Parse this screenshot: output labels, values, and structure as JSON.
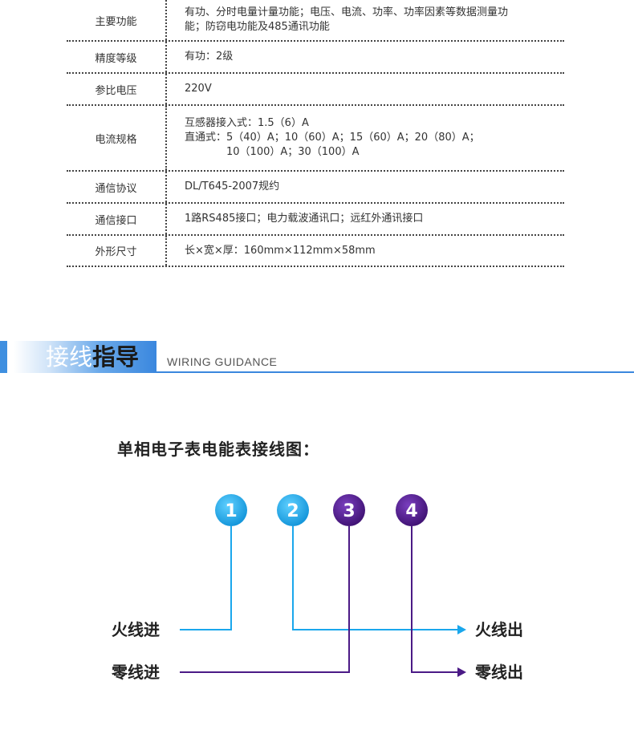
{
  "specs": [
    {
      "key": "主要功能",
      "lines": [
        "有功、分时电量计量功能；电压、电流、功率、功率因素等数据测量功",
        "能；防窃电功能及485通讯功能"
      ]
    },
    {
      "key": "精度等级",
      "lines": [
        "有功：2级"
      ]
    },
    {
      "key": "参比电压",
      "lines": [
        "220V"
      ]
    },
    {
      "key": "电流规格",
      "lines": [
        "互感器接入式：1.5（6）A",
        "直通式：5（40）A；10（60）A；15（60）A；20（80）A；",
        "　　　　10（100）A；30（100）A"
      ]
    },
    {
      "key": "通信协议",
      "lines": [
        "DL/T645-2007规约"
      ]
    },
    {
      "key": "通信接口",
      "lines": [
        "1路RS485接口；电力载波通讯口；远红外通讯接口"
      ]
    },
    {
      "key": "外形尺寸",
      "lines": [
        "长×宽×厚：160mm×112mm×58mm"
      ]
    }
  ],
  "section": {
    "title_light": "接线",
    "title_bold": "指导",
    "subtitle": "WIRING GUIDANCE"
  },
  "diagram": {
    "title": "单相电子表电能表接线图：",
    "terminals": [
      {
        "label": "1",
        "color": "#1aa7ec"
      },
      {
        "label": "2",
        "color": "#1aa7ec"
      },
      {
        "label": "3",
        "color": "#4b1a86"
      },
      {
        "label": "4",
        "color": "#4b1a86"
      }
    ],
    "labels": {
      "live_in": "火线进",
      "neutral_in": "零线进",
      "live_out": "火线出",
      "neutral_out": "零线出"
    },
    "colors": {
      "live": "#1aa7ec",
      "neutral": "#4b1a86",
      "accent": "#3a87de"
    }
  }
}
